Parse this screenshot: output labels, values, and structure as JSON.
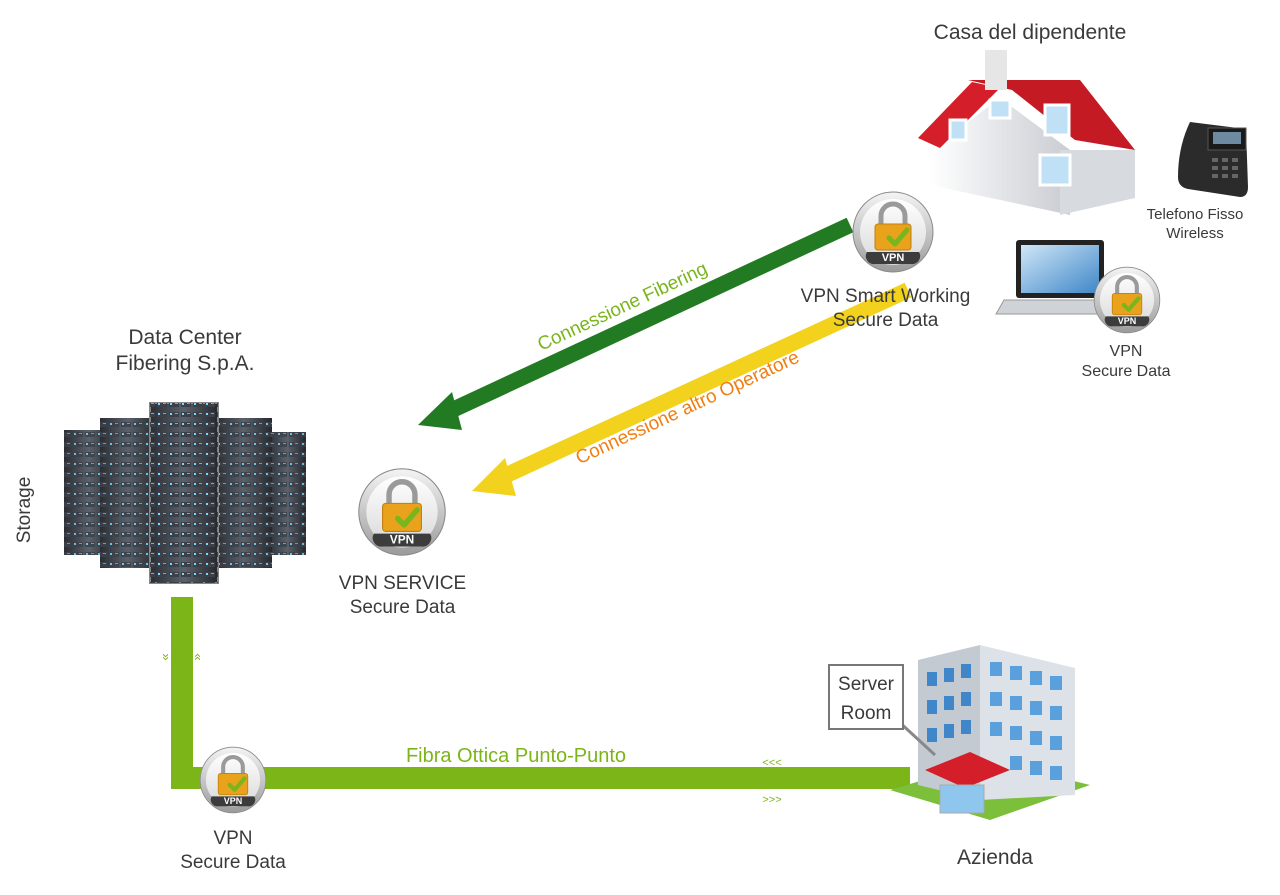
{
  "house": {
    "title": "Casa del dipendente"
  },
  "phone": {
    "line1": "Telefono Fisso",
    "line2": "Wireless"
  },
  "laptop": {
    "line1": "VPN",
    "line2": "Secure Data"
  },
  "vpn_smart": {
    "line1": "VPN Smart Working",
    "line2": "Secure Data"
  },
  "datacenter": {
    "line1": "Data Center",
    "line2": "Fibering S.p.A.",
    "side": "Storage"
  },
  "vpn_service": {
    "line1": "VPN SERVICE",
    "line2": "Secure Data"
  },
  "vpn_bottom": {
    "line1": "VPN",
    "line2": "Secure Data"
  },
  "company": {
    "name": "Azienda",
    "server_line1": "Server",
    "server_line2": "Room"
  },
  "links": {
    "fibering": "Connessione Fibering",
    "other": "Connessione altro Operatore",
    "fiber": "Fibra Ottica Punto-Punto",
    "arrows_left": "<<<",
    "arrows_right": ">>>",
    "arrows_down": "»",
    "arrows_up": "»"
  },
  "badge_text": "VPN",
  "colors": {
    "fibering_line": "#227a22",
    "other_line": "#f2d21c",
    "fiber_line": "#7cb518",
    "fibering_text": "#7ab51d",
    "other_text": "#f07e12",
    "roof": "#d41f2a"
  }
}
